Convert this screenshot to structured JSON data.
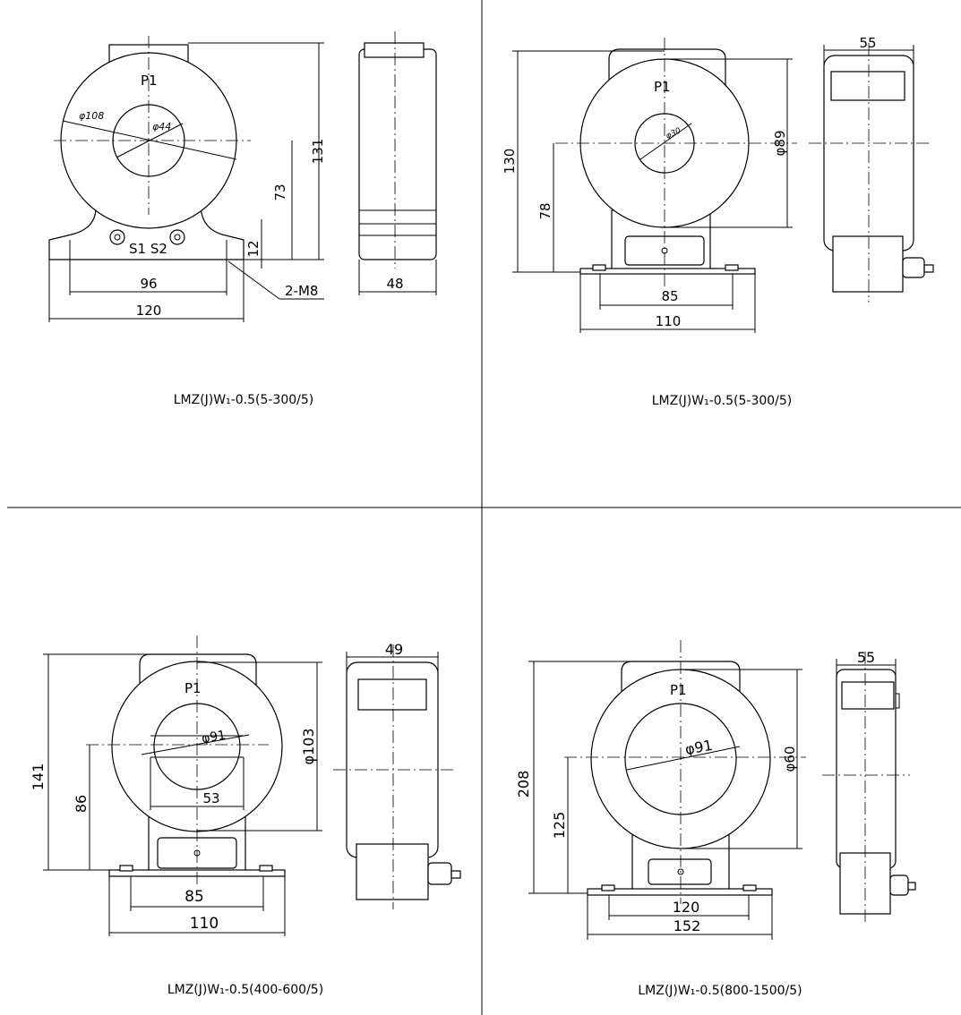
{
  "panels": [
    {
      "caption": "LMZ(J)W₁-0.5(5-300/5)",
      "labels": {
        "terminal_primary": "P1",
        "terminal_s1s2": "S1 S2",
        "bolts": "2-M8"
      },
      "dimensions": {
        "outer_dia": "φ108",
        "inner_dia": "φ44",
        "height": "131",
        "center_height": "73",
        "base_height": "12",
        "hole_spacing": "96",
        "base_width": "120",
        "depth": "48"
      }
    },
    {
      "caption": "LMZ(J)W₁-0.5(5-300/5)",
      "labels": {
        "terminal_primary": "P1"
      },
      "dimensions": {
        "inner_dia": "φ30",
        "outer_dia": "φ89",
        "height": "130",
        "center_height": "78",
        "hole_spacing": "85",
        "base_width": "110",
        "depth": "55"
      }
    },
    {
      "caption": "LMZ(J)W₁-0.5(400-600/5)",
      "labels": {
        "terminal_primary": "P1"
      },
      "dimensions": {
        "inner_dia": "φ91",
        "outer_dia": "φ103",
        "window_width": "53",
        "height": "141",
        "center_height": "86",
        "hole_spacing": "85",
        "base_width": "110",
        "depth": "49"
      }
    },
    {
      "caption": "LMZ(J)W₁-0.5(800-1500/5)",
      "labels": {
        "terminal_primary": "P1"
      },
      "dimensions": {
        "inner_dia": "φ91",
        "outer_dia": "φ60",
        "height": "208",
        "center_height": "125",
        "hole_spacing": "120",
        "base_width": "152",
        "depth": "55"
      }
    }
  ]
}
